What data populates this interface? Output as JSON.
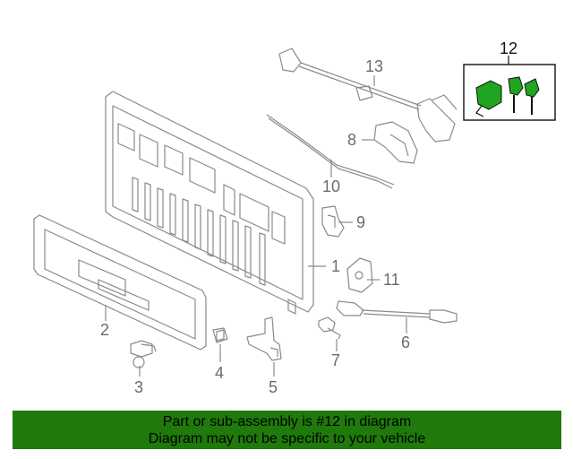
{
  "callouts": {
    "p1": "1",
    "p2": "2",
    "p3": "3",
    "p4": "4",
    "p5": "5",
    "p6": "6",
    "p7": "7",
    "p8": "8",
    "p9": "9",
    "p10": "10",
    "p11": "11",
    "p12": "12",
    "p13": "13"
  },
  "highlight_part": "12",
  "banner": {
    "line1": "Part or sub-assembly is #12 in diagram",
    "line2": "Diagram may not be specific to your vehicle"
  },
  "colors": {
    "banner_bg": "#1f7a0b",
    "highlight_part": "#1fa51f",
    "line_art": "#8a8a8a"
  }
}
